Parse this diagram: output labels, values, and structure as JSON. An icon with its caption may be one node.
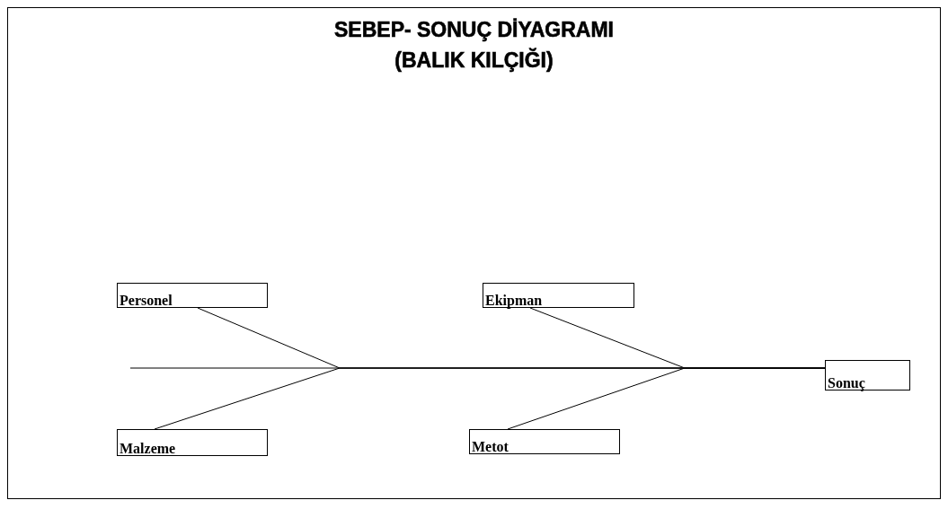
{
  "diagram": {
    "title": "SEBEP- SONUÇ DİYAGRAMI (BALIK KILÇIĞI)",
    "nodes": [
      {
        "text": [
          "Personel"
        ]
      },
      {
        "text": [
          "Ekipman"
        ]
      },
      {
        "text": [
          "Malzeme"
        ]
      },
      {
        "text": [
          "Metot"
        ]
      },
      {
        "text": [
          "Sonuç"
        ]
      }
    ],
    "edges": [
      {
        "from": null,
        "to": 4,
        "arrow": "none"
      },
      {
        "from": 0,
        "to": 4,
        "arrow": "none"
      },
      {
        "from": 2,
        "to": 4,
        "arrow": "none"
      },
      {
        "from": 1,
        "to": 4,
        "arrow": "none"
      },
      {
        "from": 3,
        "to": 4,
        "arrow": "none"
      }
    ]
  }
}
